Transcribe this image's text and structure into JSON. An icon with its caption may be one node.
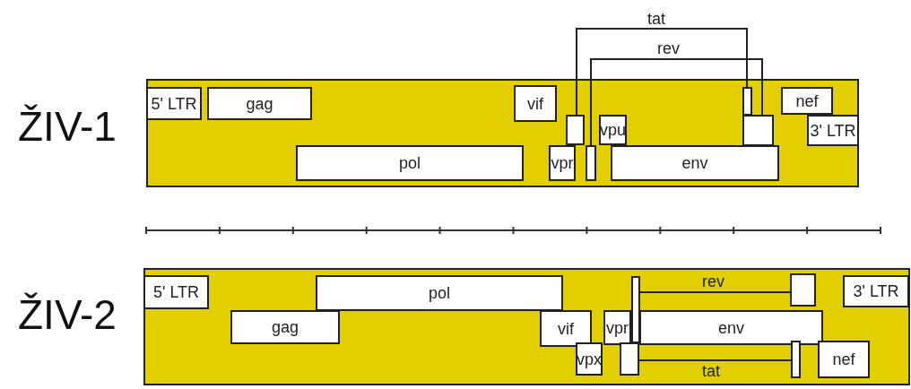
{
  "diagram": {
    "nodes": [
      {
        "text": [],
        "shape": "bar"
      },
      {
        "text": [
          "5' LTR"
        ],
        "in": 0
      },
      {
        "text": [
          "gag"
        ],
        "in": 0
      },
      {
        "text": [
          "pol"
        ],
        "in": 0
      },
      {
        "text": [
          "vif"
        ],
        "in": 0
      },
      {
        "text": [
          "vpr"
        ],
        "in": 0
      },
      {
        "text": [],
        "shape": "box",
        "in": 0
      },
      {
        "text": [],
        "shape": "box",
        "in": 0
      },
      {
        "text": [
          "vpu"
        ],
        "in": 0
      },
      {
        "text": [
          "env"
        ],
        "in": 0
      },
      {
        "text": [],
        "shape": "box",
        "in": 0
      },
      {
        "text": [],
        "shape": "box",
        "in": 0
      },
      {
        "text": [
          "nef"
        ],
        "in": 0
      },
      {
        "text": [
          "3' LTR"
        ],
        "in": 0
      },
      {
        "text": [],
        "shape": "bar"
      },
      {
        "text": [
          "5' LTR"
        ],
        "in": 14
      },
      {
        "text": [
          "gag"
        ],
        "in": 14
      },
      {
        "text": [
          "pol"
        ],
        "in": 14
      },
      {
        "text": [
          "vif"
        ],
        "in": 14
      },
      {
        "text": [
          "vpx"
        ],
        "in": 14
      },
      {
        "text": [
          "vpr"
        ],
        "in": 14
      },
      {
        "text": [],
        "shape": "box",
        "in": 14
      },
      {
        "text": [],
        "shape": "box",
        "in": 14
      },
      {
        "text": [
          "env"
        ],
        "in": 14
      },
      {
        "text": [],
        "shape": "box",
        "in": 14
      },
      {
        "text": [],
        "shape": "box",
        "in": 14
      },
      {
        "text": [
          "nef"
        ],
        "in": 14
      },
      {
        "text": [
          "3' LTR"
        ],
        "in": 14
      }
    ],
    "edges": [
      {
        "from": 6,
        "to": 10,
        "arrow": "none",
        "label": "tat"
      },
      {
        "from": 7,
        "to": 11,
        "arrow": "none",
        "label": "rev"
      },
      {
        "from": 21,
        "to": 24,
        "arrow": "none",
        "label": "rev"
      },
      {
        "from": 22,
        "to": 25,
        "arrow": "none",
        "label": "tat"
      }
    ],
    "labels": [
      "ŽIV-1",
      "ŽIV-2"
    ]
  }
}
